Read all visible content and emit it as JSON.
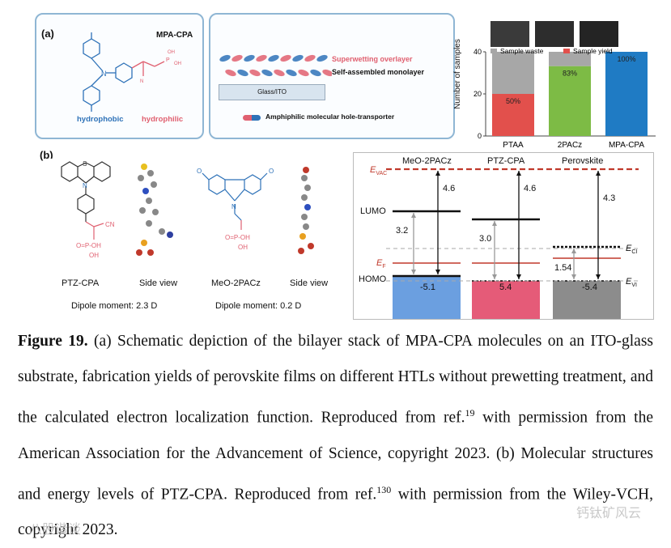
{
  "panel_a": {
    "label": "(a)",
    "mol_title": "MPA-CPA",
    "hydrophobic": "hydrophobic",
    "hydrophilic": "hydrophilic",
    "stack": {
      "superwetting": "Superwetting overlayer",
      "sam": "Self-assembled monolayer",
      "substrate": "Glass/ITO",
      "legend": "Amphiphilic molecular hole-transporter"
    }
  },
  "chart_data": {
    "type": "bar",
    "categories": [
      "PTAA",
      "2PACz",
      "MPA-CPA"
    ],
    "ylabel": "Number of samples",
    "ylim": [
      0,
      40
    ],
    "yticks": [
      0,
      20,
      40
    ],
    "legend": [
      "Sample waste",
      "Sample yield"
    ],
    "series": [
      {
        "name": "Sample yield",
        "values": [
          20,
          33.2,
          40
        ],
        "labels": [
          "50%",
          "83%",
          "100%"
        ],
        "colors": [
          "#e2504c",
          "#7dbb45",
          "#1f7bc4"
        ]
      },
      {
        "name": "Sample waste",
        "values": [
          20,
          6.8,
          0
        ],
        "color": "#a7a7a7"
      }
    ]
  },
  "panel_b": {
    "label": "(b)",
    "mol1_name": "PTZ-CPA",
    "mol2_name": "MeO-2PACz",
    "side_view": "Side view",
    "dipole1": "Dipole moment: 2.3 D",
    "dipole2": "Dipole moment: 0.2 D",
    "chem_labels": {
      "s": "S",
      "n": "N",
      "cn": "CN",
      "oph": "O=P-OH",
      "oh": "OH",
      "o1": "O",
      "o2": "O"
    },
    "energy": {
      "columns": [
        "MeO-2PACz",
        "PTZ-CPA",
        "Perovskite"
      ],
      "evac": "E",
      "evac_sub": "VAC",
      "lumo": "LUMO",
      "ef": "E",
      "ef_sub": "F",
      "homo": "HOMO",
      "ecl": "E",
      "ecl_sub": "CI",
      "evl": "E",
      "evl_sub": "VI",
      "vals": {
        "m1": "4.6",
        "m2": "4.6",
        "m3": "4.3",
        "l1": "3.2",
        "l2": "3.0",
        "l3": "1.54"
      },
      "homo_vals": [
        "-5.1",
        "5.4",
        "-5.4"
      ],
      "homo_colors": [
        "#6b9fe0",
        "#e55b78",
        "#8c8c8c"
      ]
    }
  },
  "caption": {
    "fig_label": "Figure 19.",
    "text1": " (a) Schematic depiction of the bilayer stack of MPA-CPA molecules on an ITO-glass substrate, fabrication yields of perovskite films on different HTLs without prewetting treatment, and the calculated electron localization function. Reproduced from ref.",
    "ref1": "19",
    "text2": " with permission from the American Association for the Advancement of Science, copyright 2023. (b) Molecular structures and energy levels of PTZ-CPA. Reproduced from ref.",
    "ref2": "130",
    "text3": " with permission from the Wiley-VCH, copyright 2023."
  },
  "watermarks": {
    "left": "八股谐谈",
    "right": "钙钛矿风云"
  }
}
